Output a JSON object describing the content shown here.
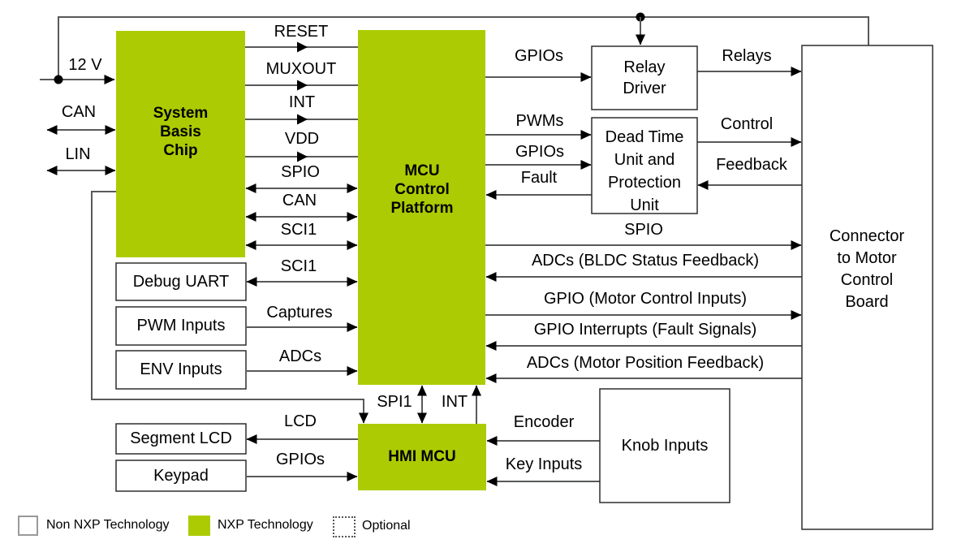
{
  "colors": {
    "nxp_green": "#ADCB02",
    "wire_gray": "#58595B",
    "arrow_black": "#000000",
    "box_border": "#2F2F2F"
  },
  "blocks": {
    "system_basis_chip": "System Basis Chip",
    "mcu_control_platform": "MCU Control Platform",
    "hmi_mcu": "HMI MCU",
    "debug_uart": "Debug UART",
    "pwm_inputs": "PWM Inputs",
    "env_inputs": "ENV Inputs",
    "relay_driver": "Relay Driver",
    "dead_time_unit": "Dead Time Unit and Protection Unit",
    "connector": "Connector to Motor Control Board",
    "segment_lcd": "Segment LCD",
    "keypad": "Keypad",
    "knob_inputs": "Knob Inputs"
  },
  "signals": {
    "v12": "12 V",
    "can_bus": "CAN",
    "lin_bus": "LIN",
    "reset": "RESET",
    "muxout": "MUXOUT",
    "int_sbc": "INT",
    "vdd": "VDD",
    "spio_sbc": "SPIO",
    "can_sbc": "CAN",
    "sci1_sbc": "SCI1",
    "sci1_debug": "SCI1",
    "captures": "Captures",
    "adcs_env": "ADCs",
    "gpios_relay": "GPIOs",
    "relays": "Relays",
    "pwms": "PWMs",
    "gpios_dtu": "GPIOs",
    "fault": "Fault",
    "control": "Control",
    "feedback": "Feedback",
    "spio_connector": "SPIO",
    "adcs_bldc": "ADCs (BLDC Status Feedback)",
    "gpio_motor": "GPIO (Motor Control Inputs)",
    "gpio_interrupts": "GPIO Interrupts (Fault Signals)",
    "adcs_position": "ADCs (Motor Position Feedback)",
    "spi1": "SPI1",
    "int_hmi": "INT",
    "lcd": "LCD",
    "gpios_keypad": "GPIOs",
    "encoder": "Encoder",
    "key_inputs": "Key Inputs"
  },
  "legend": {
    "non_nxp": "Non NXP Technology",
    "nxp": "NXP Technology",
    "optional": "Optional"
  }
}
